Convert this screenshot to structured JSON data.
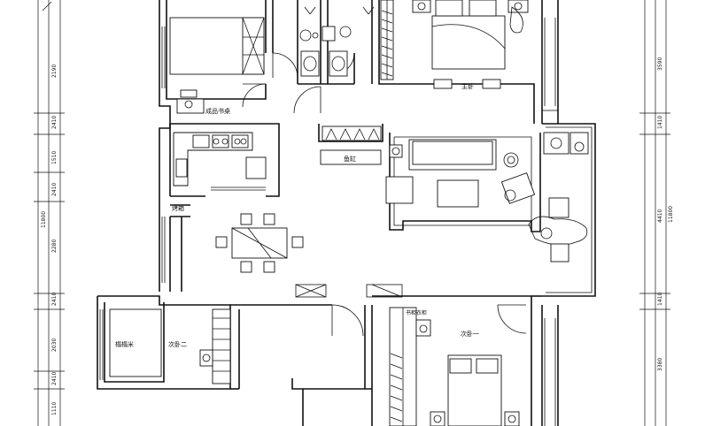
{
  "plan": {
    "rooms": {
      "master_bedroom": "主卧",
      "study": "成品书桌",
      "dining_cabinet": "鱼缸",
      "bbq_cabinet": "烤箱",
      "bedroom_two": "次卧二",
      "tatami": "榻榻米",
      "bedroom_one": "次卧一",
      "closet_label": "书柜衣柜"
    },
    "left_dims": [
      "2190",
      "2410",
      "1510",
      "2410",
      "11800",
      "2280",
      "2410",
      "2030",
      "2410",
      "1110"
    ],
    "right_dims": [
      "3590",
      "1410",
      "11800",
      "4410",
      "1410",
      "3380"
    ]
  }
}
